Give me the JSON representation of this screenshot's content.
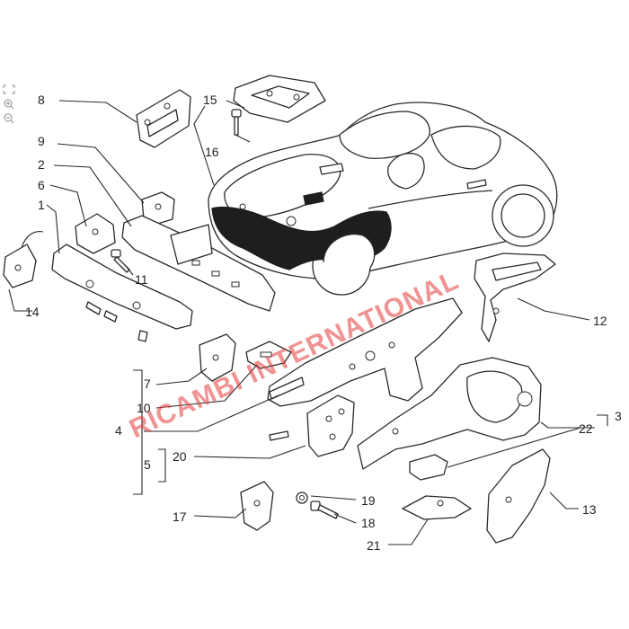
{
  "toolbar": {
    "icons": [
      "fullscreen-icon",
      "zoom-in-icon",
      "zoom-out-icon"
    ]
  },
  "watermark": {
    "text": "RICAMBI INTERNATIONAL",
    "color": "#e23a3a"
  },
  "callouts": [
    {
      "id": "c8",
      "label": "8"
    },
    {
      "id": "c15",
      "label": "15"
    },
    {
      "id": "c16",
      "label": "16"
    },
    {
      "id": "c9",
      "label": "9"
    },
    {
      "id": "c2",
      "label": "2"
    },
    {
      "id": "c6",
      "label": "6"
    },
    {
      "id": "c1",
      "label": "1"
    },
    {
      "id": "c11",
      "label": "11"
    },
    {
      "id": "c14",
      "label": "14"
    },
    {
      "id": "c12",
      "label": "12"
    },
    {
      "id": "c7",
      "label": "7"
    },
    {
      "id": "c10",
      "label": "10"
    },
    {
      "id": "c4",
      "label": "4"
    },
    {
      "id": "c22",
      "label": "22"
    },
    {
      "id": "c3",
      "label": "3"
    },
    {
      "id": "c5",
      "label": "5"
    },
    {
      "id": "c20",
      "label": "20"
    },
    {
      "id": "c19",
      "label": "19"
    },
    {
      "id": "c17",
      "label": "17"
    },
    {
      "id": "c18",
      "label": "18"
    },
    {
      "id": "c13",
      "label": "13"
    },
    {
      "id": "c21",
      "label": "21"
    }
  ]
}
